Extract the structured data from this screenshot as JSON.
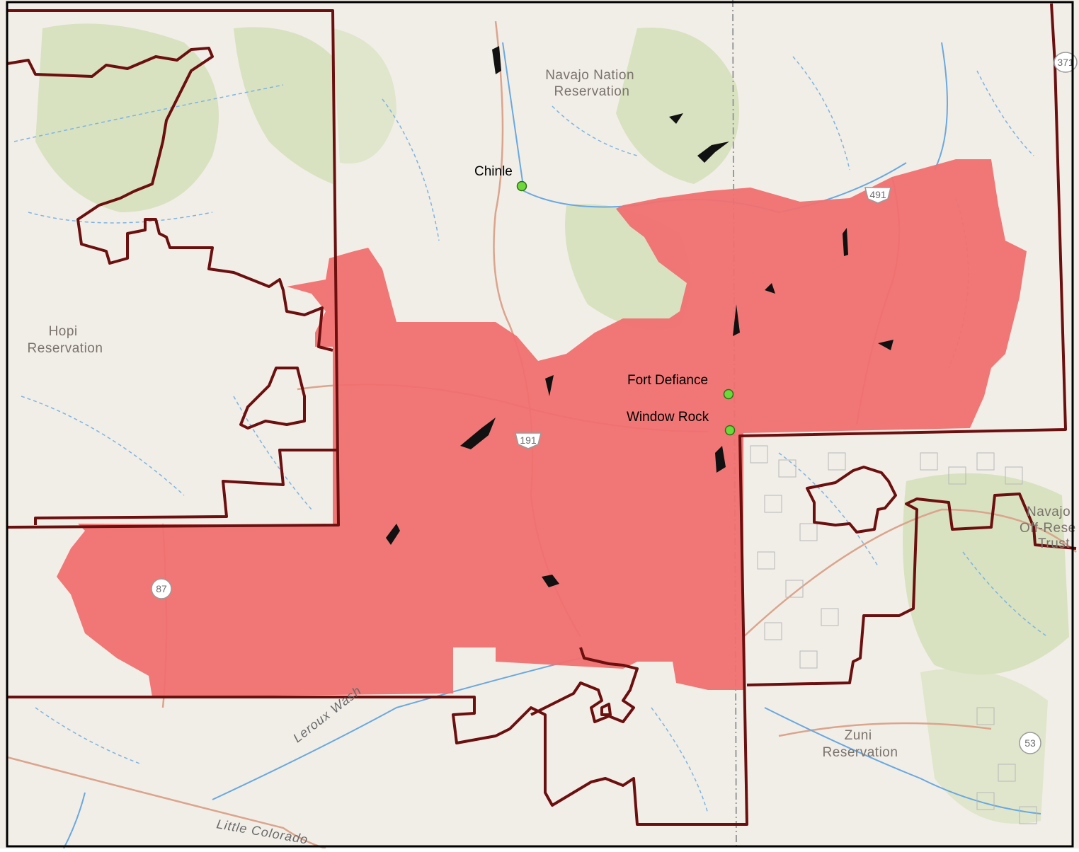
{
  "map": {
    "towns": [
      {
        "name": "Chinle"
      },
      {
        "name": "Fort Defiance"
      },
      {
        "name": "Window Rock"
      }
    ],
    "reservations": [
      {
        "lines": [
          "Navajo Nation",
          "Reservation"
        ]
      },
      {
        "lines": [
          "Hopi",
          "Reservation"
        ]
      },
      {
        "lines": [
          "Zuni",
          "Reservation"
        ]
      },
      {
        "lines": [
          "Navajo",
          "Off-Rese",
          "Trust"
        ]
      }
    ],
    "water_features": [
      "Leroux Wash",
      "Little Colorado"
    ],
    "highway_shields": [
      "191",
      "491",
      "87",
      "53",
      "371"
    ]
  },
  "colors": {
    "background": "#f1eee7",
    "green_terrain": "#d3dfb8",
    "study_area_fill": "#f07070",
    "boundary": "#6b0f0f",
    "town_marker": "#6cd83a",
    "river": "#6aa8e0",
    "road": "#d9a08a"
  }
}
